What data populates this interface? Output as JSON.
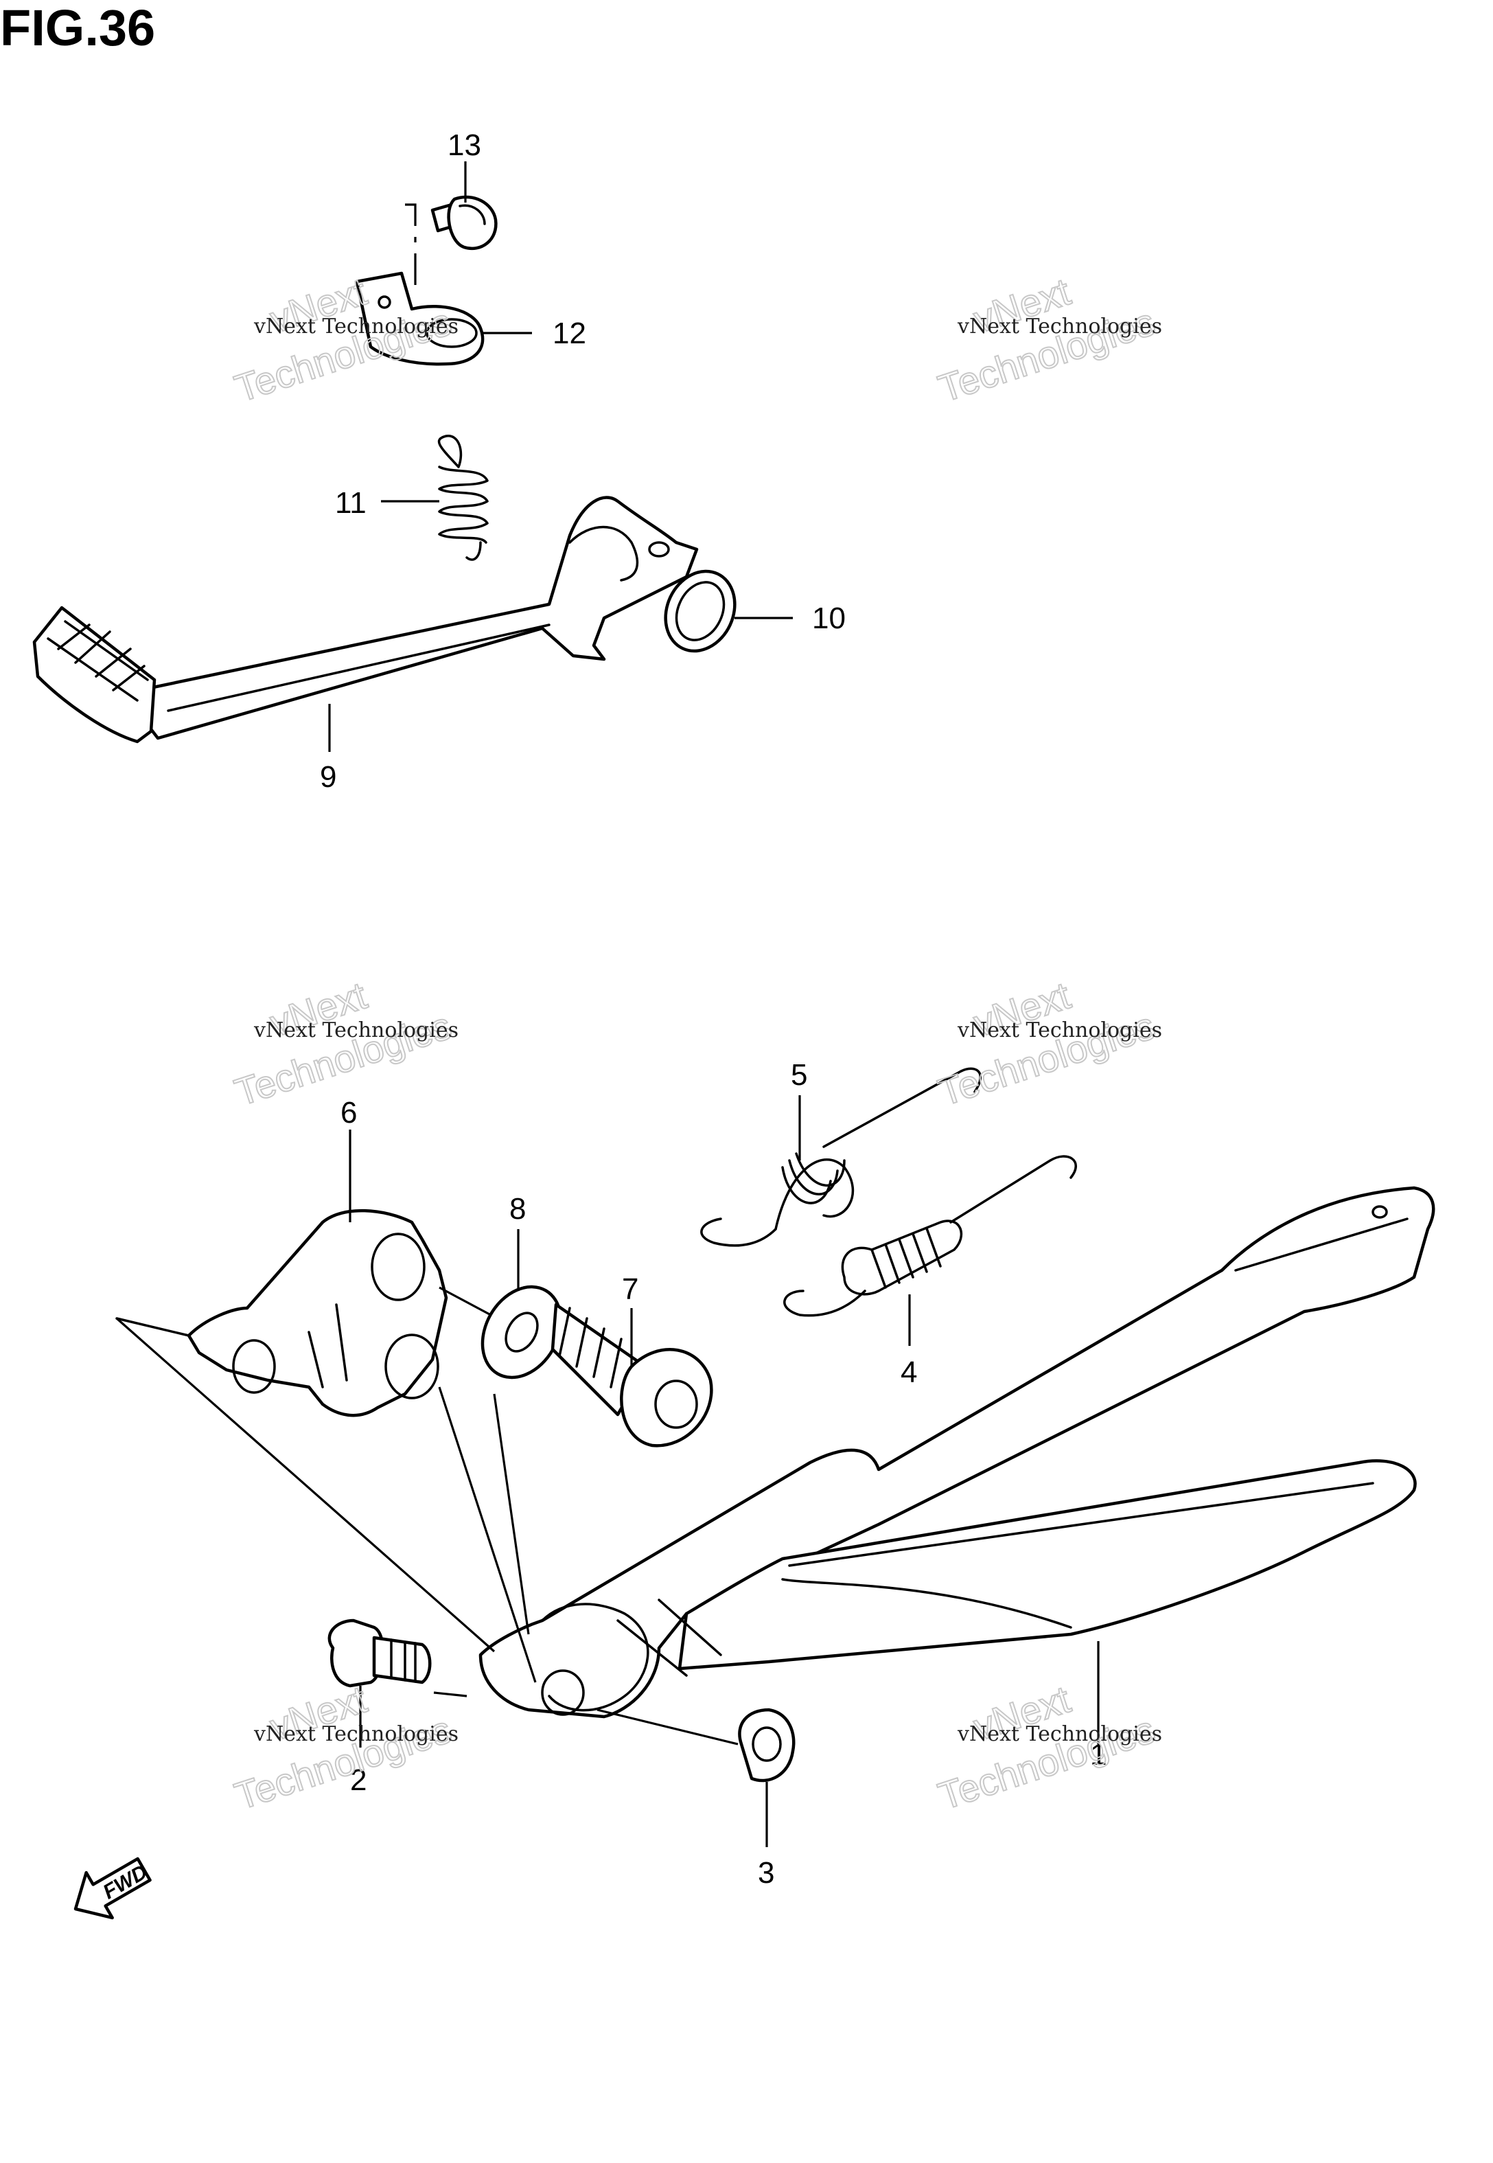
{
  "figure": {
    "title": "FIG.36"
  },
  "callouts": [
    {
      "id": "1",
      "label": "1"
    },
    {
      "id": "2",
      "label": "2"
    },
    {
      "id": "3",
      "label": "3"
    },
    {
      "id": "4",
      "label": "4"
    },
    {
      "id": "5",
      "label": "5"
    },
    {
      "id": "6",
      "label": "6"
    },
    {
      "id": "7",
      "label": "7"
    },
    {
      "id": "8",
      "label": "8"
    },
    {
      "id": "9",
      "label": "9"
    },
    {
      "id": "10",
      "label": "10"
    },
    {
      "id": "11",
      "label": "11"
    },
    {
      "id": "12",
      "label": "12"
    },
    {
      "id": "13",
      "label": "13"
    }
  ],
  "watermark": {
    "line1": "vNext Technologies",
    "line2": "vNext",
    "line3": "Technologies"
  },
  "fwd_arrow": {
    "label": "FWD"
  }
}
